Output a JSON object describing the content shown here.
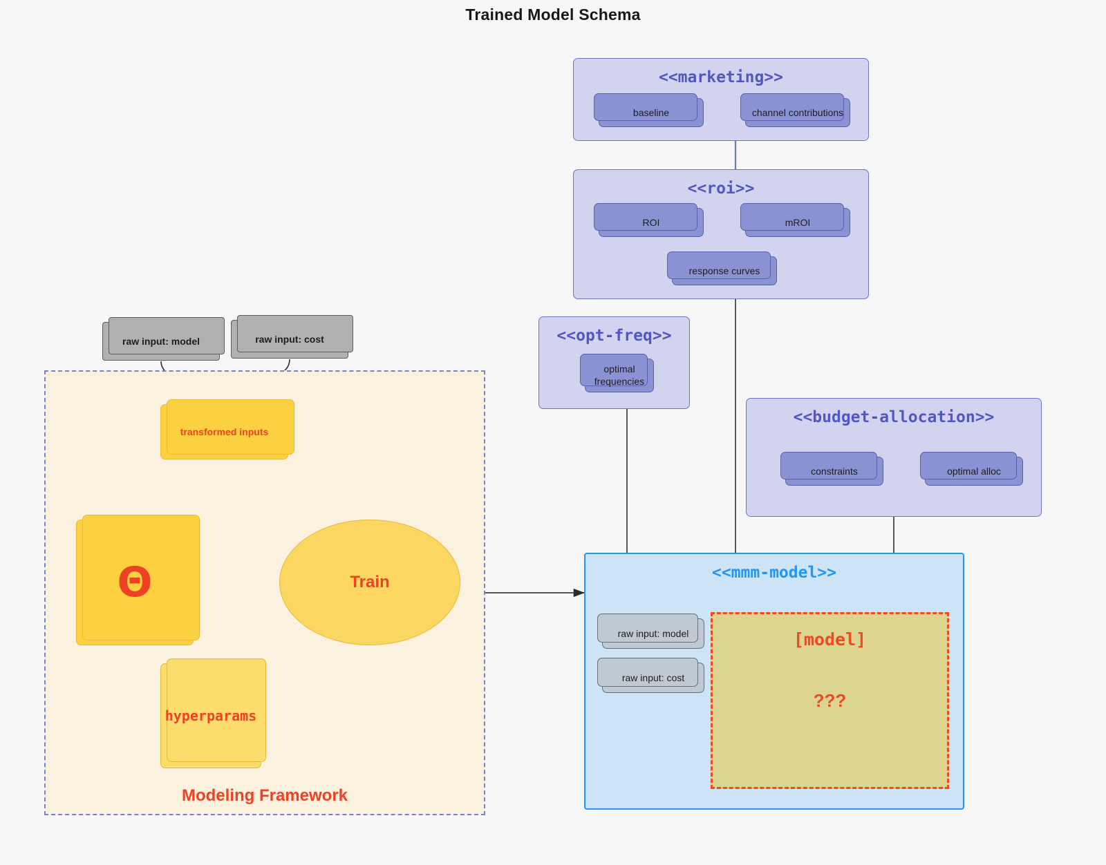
{
  "title": "Trained Model Schema",
  "colors": {
    "page_bg": "#f7f7f7",
    "package_fill": "#d2d4ef",
    "package_border": "#6f74c4",
    "package_title": "#5257c0",
    "node_fill": "#8b92d4",
    "node_border": "#5c5fae",
    "gray_fill": "#b0b0b0",
    "gray_border": "#5c5c5c",
    "gray_lite_fill": "#bfc9d1",
    "yellow_fill": "#fbdc6d",
    "yellow_border": "#e8b93b",
    "accent_red": "#ef4123",
    "mmm_fill": "#cde3f6",
    "mmm_border": "#2196f3",
    "model_fill": "#ddd490",
    "model_border": "#f04a21",
    "frame_fill": "#faf1de",
    "frame_border": "#7b7fd0"
  },
  "packages": {
    "marketing": {
      "stereotype": "<<marketing>>",
      "nodes": [
        {
          "label": "baseline"
        },
        {
          "label": "channel contributions"
        }
      ],
      "link": "bidirectional"
    },
    "roi": {
      "stereotype": "<<roi>>",
      "nodes": [
        {
          "label": "ROI"
        },
        {
          "label": "mROI"
        },
        {
          "label": "response curves"
        }
      ],
      "link": "bidirectional"
    },
    "opt_freq": {
      "stereotype": "<<opt-freq>>",
      "nodes": [
        {
          "label": "optimal frequencies",
          "line1": "optimal",
          "line2": "frequencies"
        }
      ]
    },
    "budget_allocation": {
      "stereotype": "<<budget-allocation>>",
      "nodes": [
        {
          "label": "constraints"
        },
        {
          "label": "optimal alloc"
        }
      ],
      "link": "bidirectional"
    },
    "mmm_model": {
      "stereotype": "<<mmm-model>>",
      "nodes": [
        {
          "label": "raw input: model"
        },
        {
          "label": "raw input: cost"
        }
      ],
      "model_placeholder": {
        "title": "[model]",
        "unknown": "???"
      }
    }
  },
  "modeling_framework": {
    "label": "Modeling Framework",
    "external_inputs": [
      {
        "label": "raw input: model"
      },
      {
        "label": "raw input: cost"
      }
    ],
    "transformed_inputs": {
      "label": "transformed inputs"
    },
    "theta": {
      "label": "Θ"
    },
    "hyperparams": {
      "label": "hyperparams"
    },
    "train": {
      "label": "Train"
    }
  }
}
